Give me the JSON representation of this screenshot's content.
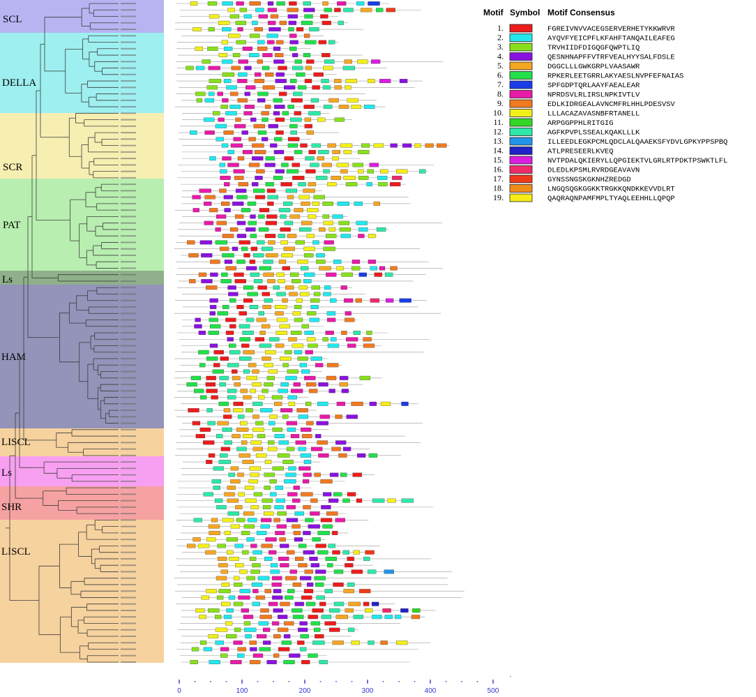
{
  "clades": [
    {
      "label": "SCL",
      "color": "#b8b4f2"
    },
    {
      "label": "DELLA",
      "color": "#9eeff0"
    },
    {
      "label": "SCR",
      "color": "#f7eeb2"
    },
    {
      "label": "PAT",
      "color": "#b8eeb0"
    },
    {
      "label": "Ls",
      "color": "#8fb08a"
    },
    {
      "label": "HAM",
      "color": "#9493b9"
    },
    {
      "label": "LISCL",
      "color": "#f6d29e"
    },
    {
      "label": "Ls",
      "color": "#f7a0f1"
    },
    {
      "label": "SHR",
      "color": "#f6a2a2"
    },
    {
      "label": "LISCL",
      "color": "#f6d29e"
    }
  ],
  "legend": {
    "headers": [
      "Motif",
      "Symbol",
      "Motif Consensus"
    ],
    "motifs": [
      {
        "num": "1.",
        "color": "#ee1c1c",
        "consensus": "FGREIVNVVACEGSERVERHETYKKWRVR"
      },
      {
        "num": "2.",
        "color": "#22e8ee",
        "consensus": "AYQVFYEICPFLKFAHFTANQAILEAFEG"
      },
      {
        "num": "3.",
        "color": "#88e01c",
        "consensus": "TRVHIIDFDIGQGFQWPTLIQ"
      },
      {
        "num": "4.",
        "color": "#8a12e0",
        "consensus": "QESNHNAPFFVTRFVEALHYYSALFDSLE"
      },
      {
        "num": "5.",
        "color": "#f5a623",
        "consensus": "DGGCLLLGWKGRPLVAASAWR"
      },
      {
        "num": "6.",
        "color": "#21e04a",
        "consensus": "RPKERLEETGRRLAKYAESLNVPFEFNAIAS"
      },
      {
        "num": "7.",
        "color": "#1a3de8",
        "consensus": "SPFGDPTQRLAAYFAEALEAR"
      },
      {
        "num": "8.",
        "color": "#e81aa8",
        "consensus": "NPRDSVLRLIRSLNPKIVTLV"
      },
      {
        "num": "9.",
        "color": "#f07a20",
        "consensus": "EDLKIDRGEALAVNCMFRLHHLPDESVSV"
      },
      {
        "num": "10.",
        "color": "#f3ef1a",
        "consensus": "LLLACAZAVASNBFRTANELL"
      },
      {
        "num": "11.",
        "color": "#33d624",
        "consensus": "ARPGGPPHLRITGIG"
      },
      {
        "num": "12.",
        "color": "#2ee8a8",
        "consensus": "AGFKPVPLSSEALKQAKLLLK"
      },
      {
        "num": "13.",
        "color": "#2294e8",
        "consensus": "ILLEEDLEGKPCMLQDCLALQAAEKSFYDVLGPKYPPSPBQ"
      },
      {
        "num": "14.",
        "color": "#2222c8",
        "consensus": "ATLPRESEERLKVEQ"
      },
      {
        "num": "15.",
        "color": "#d91ee0",
        "consensus": "NVTPDALQKIERYLLQPGIEKTVLGRLRTPDKTPSWKTLFL"
      },
      {
        "num": "16.",
        "color": "#ee2a6a",
        "consensus": "DLEDLKPSMLRVRDGEAVAVN"
      },
      {
        "num": "17.",
        "color": "#ee3a1a",
        "consensus": "GYNSSNGSKGKNHZREDGD"
      },
      {
        "num": "18.",
        "color": "#f08c1a",
        "consensus": "LNGQSQGKGGKKTRGKKQNDKKEVVDLRT"
      },
      {
        "num": "19.",
        "color": "#f6ec16",
        "consensus": "QAQRAQNPAMFMPLTYAQLEEHHLLQPQP"
      }
    ]
  },
  "axis": {
    "ticks": [
      "0",
      "100",
      "200",
      "300",
      "400",
      "500"
    ]
  }
}
